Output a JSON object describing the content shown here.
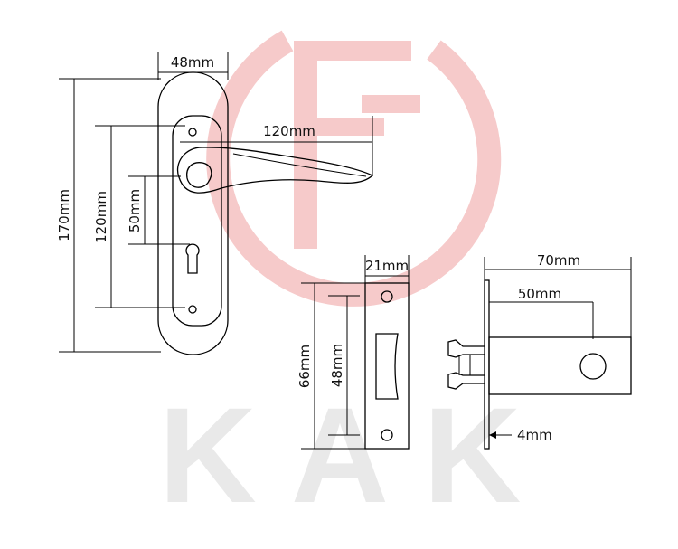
{
  "watermark": {
    "text": "KAK",
    "logo_color": "#f6c9c9",
    "text_color": "#e9e9e9"
  },
  "handle_plate": {
    "width_label": "48mm",
    "total_height_label": "170mm",
    "hole_spacing_label": "120mm",
    "lever_length_label": "120mm",
    "center_distance_label": "50mm"
  },
  "strike_plate": {
    "width_label": "21mm",
    "height_label": "66mm",
    "opening_label": "48mm"
  },
  "latch": {
    "length_label": "70mm",
    "backset_label": "50mm",
    "plate_thickness_label": "4mm"
  }
}
